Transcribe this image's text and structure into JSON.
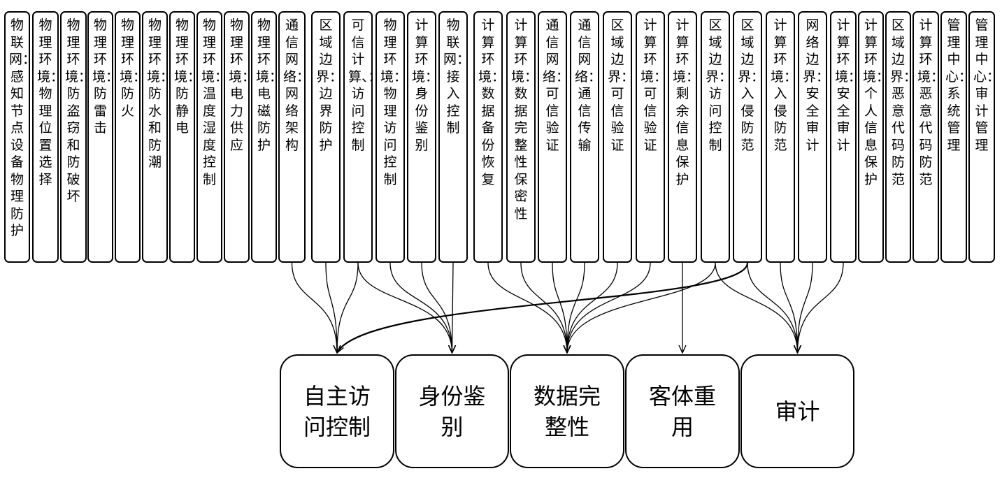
{
  "requirements": [
    {
      "id": "r1",
      "label": "物联网：感知节点设备物理防护"
    },
    {
      "id": "r2",
      "label": "物理环境：物理位置选择"
    },
    {
      "id": "r3",
      "label": "物理环境：防盗窃和防破坏"
    },
    {
      "id": "r4",
      "label": "物理环境：防雷击"
    },
    {
      "id": "r5",
      "label": "物理环境：防火"
    },
    {
      "id": "r6",
      "label": "物理环境：防水和防潮"
    },
    {
      "id": "r7",
      "label": "物理环境：防静电"
    },
    {
      "id": "r8",
      "label": "物理环境：温度湿度控制"
    },
    {
      "id": "r9",
      "label": "物理环境：电力供应"
    },
    {
      "id": "r10",
      "label": "物理环境：电磁防护"
    },
    {
      "id": "r11",
      "label": "通信网络：网络架构"
    },
    {
      "id": "r12",
      "label": "区域边界：边界防护"
    },
    {
      "id": "r13",
      "label": "可信计算、：访问控制"
    },
    {
      "id": "r14",
      "label": "物理环境：物理访问控制"
    },
    {
      "id": "r15",
      "label": "计算环境：身份鉴别"
    },
    {
      "id": "r16",
      "label": "物联网：接入控制"
    },
    {
      "id": "r17",
      "label": "计算环境：数据备份恢复"
    },
    {
      "id": "r18",
      "label": "计算环境：数据完整性保密性"
    },
    {
      "id": "r19",
      "label": "通信网络：可信验证"
    },
    {
      "id": "r20",
      "label": "通信网络：通信传输"
    },
    {
      "id": "r21",
      "label": "区域边界：可信验证"
    },
    {
      "id": "r22",
      "label": "计算环境：可信验证"
    },
    {
      "id": "r23",
      "label": "计算环境：剩余信息保护"
    },
    {
      "id": "r24",
      "label": "区域边界：访问控制"
    },
    {
      "id": "r25",
      "label": "区域边界：入侵防范"
    },
    {
      "id": "r26",
      "label": "计算环境：入侵防范"
    },
    {
      "id": "r27",
      "label": "网络边界：安全审计"
    },
    {
      "id": "r28",
      "label": "计算环境：安全审计"
    },
    {
      "id": "r29",
      "label": "计算环境：个人信息保护"
    },
    {
      "id": "r30",
      "label": "区域边界：恶意代码防范"
    },
    {
      "id": "r31",
      "label": "计算环境：恶意代码防范"
    },
    {
      "id": "r32",
      "label": "管理中心：系统管理"
    },
    {
      "id": "r33",
      "label": "管理中心：审计管理"
    }
  ],
  "targets": [
    {
      "id": "t1",
      "label": "自主访问控制"
    },
    {
      "id": "t2",
      "label": "身份鉴别"
    },
    {
      "id": "t3",
      "label": "数据完整性"
    },
    {
      "id": "t4",
      "label": "客体重用"
    },
    {
      "id": "t5",
      "label": "审计"
    }
  ],
  "edges": [
    {
      "from": "r11",
      "to": "t1"
    },
    {
      "from": "r12",
      "to": "t1"
    },
    {
      "from": "r13",
      "to": "t1"
    },
    {
      "from": "r25",
      "to": "t1"
    },
    {
      "from": "r13",
      "to": "t2"
    },
    {
      "from": "r14",
      "to": "t2"
    },
    {
      "from": "r15",
      "to": "t2"
    },
    {
      "from": "r16",
      "to": "t2"
    },
    {
      "from": "r17",
      "to": "t3"
    },
    {
      "from": "r18",
      "to": "t3"
    },
    {
      "from": "r19",
      "to": "t3"
    },
    {
      "from": "r20",
      "to": "t3"
    },
    {
      "from": "r21",
      "to": "t3"
    },
    {
      "from": "r22",
      "to": "t3"
    },
    {
      "from": "r24",
      "to": "t3"
    },
    {
      "from": "r23",
      "to": "t4"
    },
    {
      "from": "r24",
      "to": "t5"
    },
    {
      "from": "r25",
      "to": "t5"
    },
    {
      "from": "r26",
      "to": "t5"
    },
    {
      "from": "r27",
      "to": "t5"
    },
    {
      "from": "r28",
      "to": "t5"
    }
  ],
  "colors": {
    "stroke": "#000000",
    "fill": "#ffffff",
    "text": "#000000"
  }
}
